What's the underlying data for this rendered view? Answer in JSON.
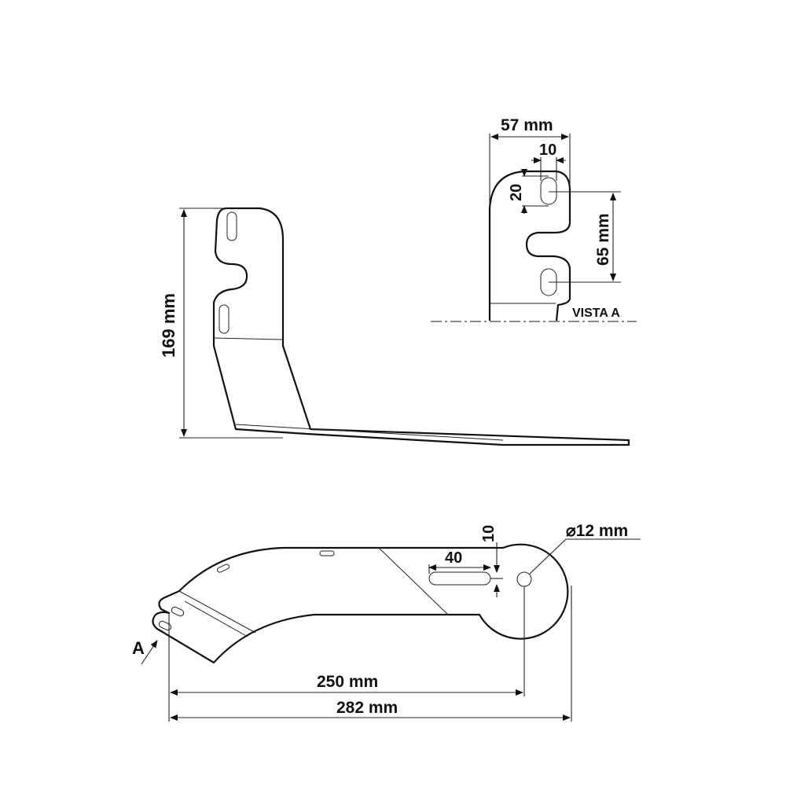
{
  "drawing": {
    "side_view": {
      "height_label": "169 mm"
    },
    "view_a": {
      "width_label": "57 mm",
      "slot_width_label": "10",
      "slot_height_label": "20",
      "slot_spacing_label": "65 mm",
      "view_title": "VISTA A"
    },
    "top_view": {
      "slot_offset_label": "10",
      "slot_length_label": "40",
      "hole_diameter_label": "⌀12 mm",
      "view_arrow_label": "A",
      "hole_distance_label": "250 mm",
      "total_length_label": "282 mm"
    }
  }
}
